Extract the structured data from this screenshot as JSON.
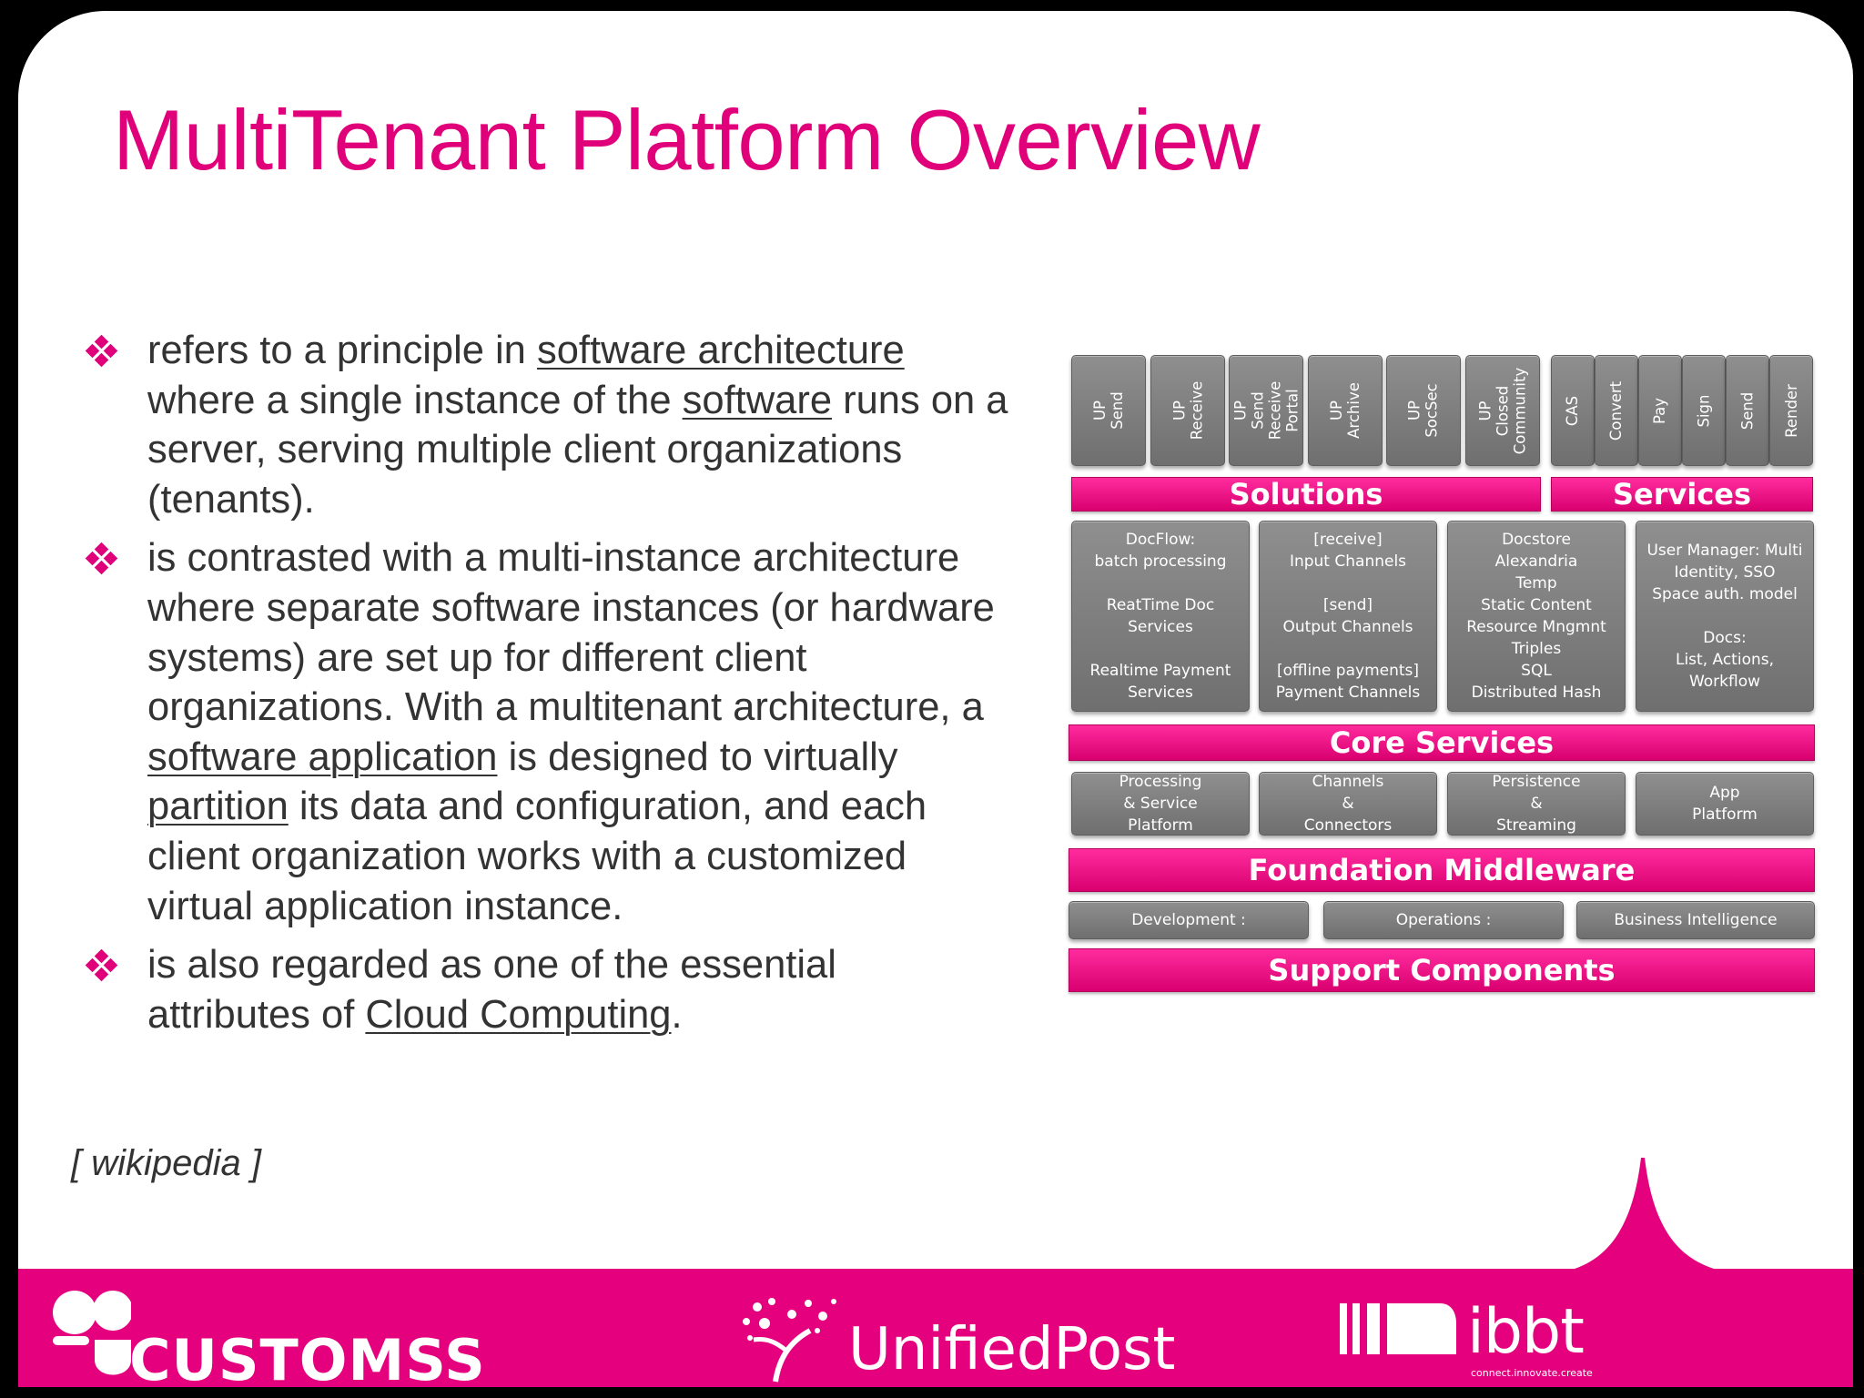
{
  "slide": {
    "title": "MultiTenant Platform Overview",
    "bullets": [
      {
        "segments": [
          {
            "text": "refers to a principle in "
          },
          {
            "text": "software architecture",
            "link": true
          },
          {
            "text": " where a single instance of the "
          },
          {
            "text": "software",
            "link": true
          },
          {
            "text": " runs on a server, serving multiple client organizations (tenants)."
          }
        ]
      },
      {
        "segments": [
          {
            "text": "is contrasted with a multi-instance architecture where separate software instances (or hardware systems) are set up for different client organizations. With a multitenant architecture, a "
          },
          {
            "text": "software application",
            "link": true
          },
          {
            "text": " is designed to virtually "
          },
          {
            "text": "partition",
            "link": true
          },
          {
            "text": " its data and configuration, and each client organization works with a customized virtual application instance."
          }
        ]
      },
      {
        "segments": [
          {
            "text": "is also regarded as one of the essential attributes of "
          },
          {
            "text": "Cloud Computing",
            "link": true
          },
          {
            "text": "."
          }
        ]
      }
    ],
    "source": "[ wikipedia ]"
  },
  "diagram": {
    "solution_tiles": [
      "UP\nSend",
      "UP\nReceive",
      "UP\nSend\nReceive\nPortal",
      "UP\nArchive",
      "UP\nSocSec",
      "UP\nClosed\nCommunity"
    ],
    "service_tiles": [
      "CAS",
      "Convert",
      "Pay",
      "Sign",
      "Send",
      "Render"
    ],
    "solutions_label": "Solutions",
    "services_label": "Services",
    "core_tiles": [
      "DocFlow:\nbatch processing\n\nReatTime Doc\nServices\n\nRealtime Payment\nServices",
      "[receive]\nInput Channels\n\n[send]\nOutput Channels\n\n[offline payments]\nPayment Channels",
      "Docstore\nAlexandria\nTemp\nStatic Content\nResource Mngmnt\nTriples\nSQL\nDistributed Hash",
      "User Manager: Multi\nIdentity, SSO\nSpace auth. model\n\nDocs:\nList, Actions,\nWorkflow"
    ],
    "core_label": "Core Services",
    "middleware_tiles": [
      "Processing\n& Service\nPlatform",
      "Channels\n&\nConnectors",
      "Persistence\n&\nStreaming",
      "App\nPlatform"
    ],
    "middleware_label": "Foundation Middleware",
    "support_tiles": [
      "Development :",
      "Operations :",
      "Business Intelligence"
    ],
    "support_label": "Support Components"
  },
  "footer": {
    "logo_customss": "CUSTOMSS",
    "logo_unifiedpost": "UnifiedPost",
    "logo_ibbt": "ibbt",
    "logo_ibbt_tagline": "connect.innovate.create"
  },
  "colors": {
    "accent": "#e0007a",
    "footer_bg": "#e5007d",
    "tile_gray": "#7f7f7f",
    "text": "#333333"
  }
}
